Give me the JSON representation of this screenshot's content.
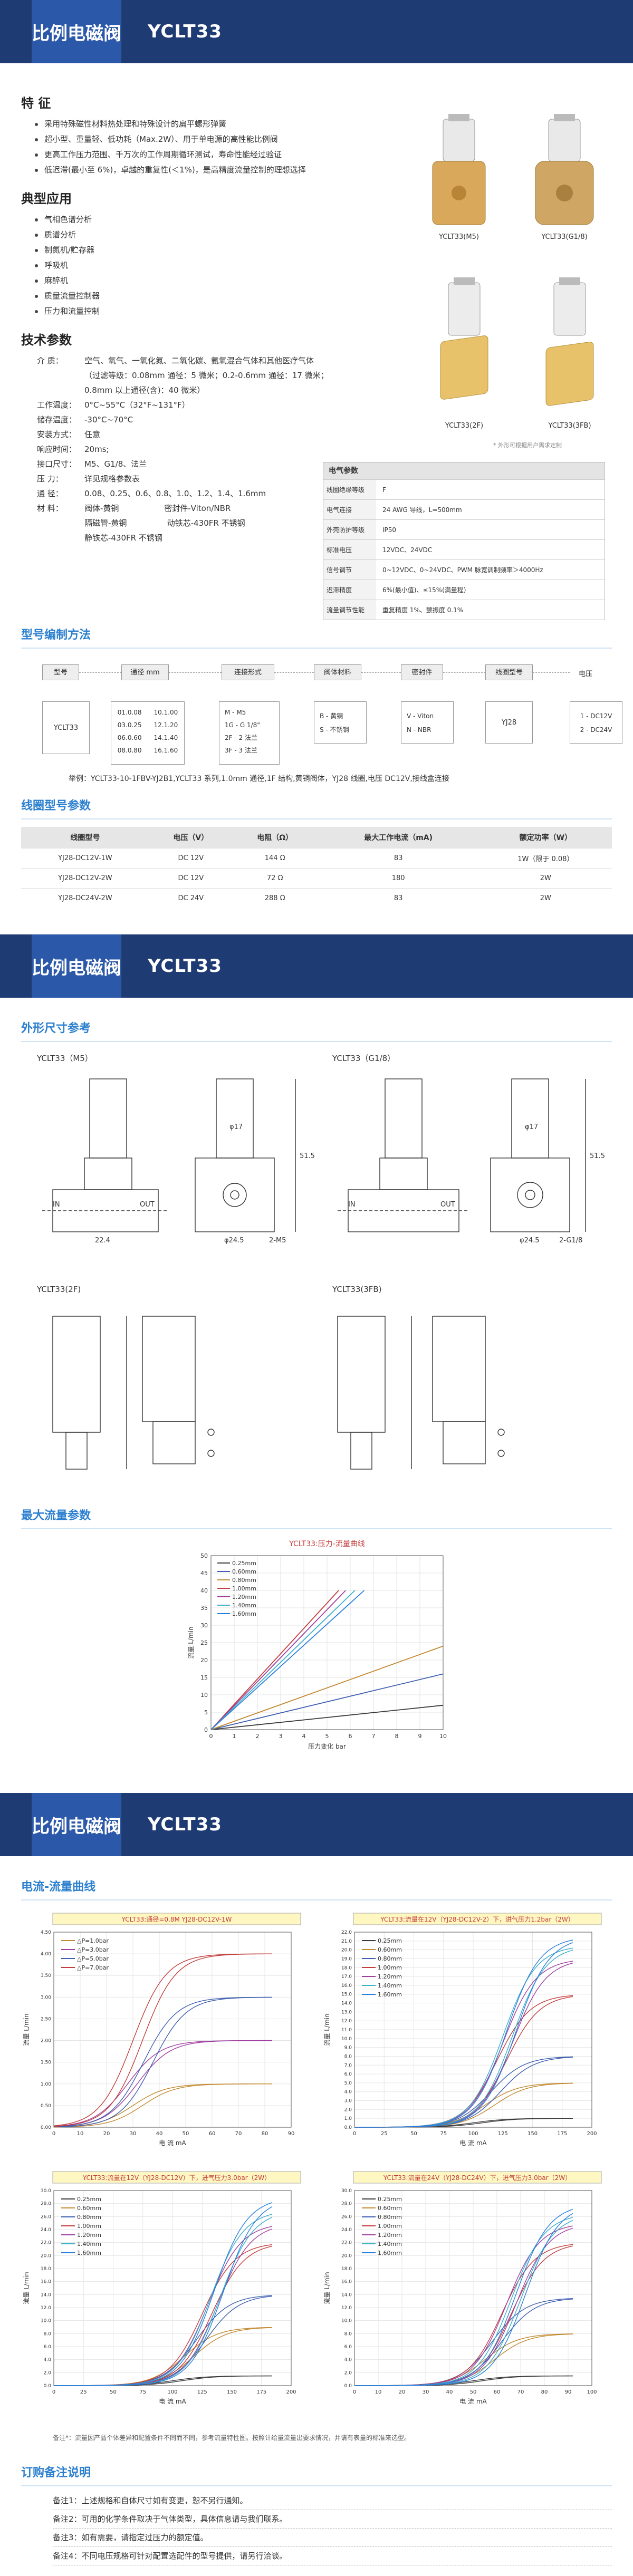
{
  "header": {
    "tag": "比例电磁阀",
    "model": "YCLT33"
  },
  "features": {
    "title": "特 征",
    "items": [
      "采用特殊磁性材料热处理和特殊设计的扁平螺形弹簧",
      "超小型、重量轻、低功耗（Max.2W）、用于单电源的高性能比例阀",
      "更高工作压力范围、千万次的工作周期循环测试，寿命性能经过验证",
      "低迟滞(最小至 6%)，卓越的重复性(＜1%)，是高精度流量控制的理想选择"
    ]
  },
  "applications": {
    "title": "典型应用",
    "items": [
      "气相色谱分析",
      "质谱分析",
      "制氮机/贮存器",
      "呼吸机",
      "麻醉机",
      "质量流量控制器",
      "压力和流量控制"
    ]
  },
  "products": [
    {
      "label": "YCLT33(M5)"
    },
    {
      "label": "YCLT33(G1/8)"
    },
    {
      "label": "YCLT33(2F)"
    },
    {
      "label": "YCLT33(3FB)"
    }
  ],
  "products_note": "* 外形可根据用户需求定制",
  "tech": {
    "title": "技术参数",
    "params": [
      {
        "k": "介 质：",
        "v": "空气、氧气、一氧化氮、二氧化碳、氨氧混合气体和其他医疗气体"
      },
      {
        "k": "",
        "v": "（过滤等级：0.08mm 通径：5 微米；0.2-0.6mm 通径：17 微米；"
      },
      {
        "k": "",
        "v": "0.8mm 以上通径(含)：40 微米）"
      },
      {
        "k": "工作温度：",
        "v": "0°C~55°C（32°F~131°F）"
      },
      {
        "k": "储存温度：",
        "v": "-30°C~70°C"
      },
      {
        "k": "安装方式：",
        "v": "任意"
      },
      {
        "k": "响应时间：",
        "v": "20ms;"
      },
      {
        "k": "接口尺寸：",
        "v": "M5、G1/8、法兰"
      },
      {
        "k": "压 力：",
        "v": "详见规格参数表"
      },
      {
        "k": "通 径：",
        "v": "0.08、0.25、0.6、0.8、1.0、1.2、1.4、1.6mm"
      },
      {
        "k": "材 料：",
        "v": "阀体-黄铜                  密封件-Viton/NBR"
      },
      {
        "k": "",
        "v": "隔磁管-黄铜                动铁芯-430FR 不锈钢"
      },
      {
        "k": "",
        "v": "静铁芯-430FR 不锈钢"
      }
    ]
  },
  "elec": {
    "title": "电气参数",
    "rows": [
      {
        "k": "线圈绝缘等级",
        "v": "F"
      },
      {
        "k": "电气连接",
        "v": "24 AWG 导线，L=500mm"
      },
      {
        "k": "外壳防护等级",
        "v": "IP50"
      },
      {
        "k": "标准电压",
        "v": "12VDC、24VDC"
      },
      {
        "k": "信号调节",
        "v": "0~12VDC、0~24VDC、PWM 脉宽调制频率＞4000Hz"
      },
      {
        "k": "迟滞精度",
        "v": "6%(最小值)、≤15%(满量程)"
      },
      {
        "k": "流量调节性能",
        "v": "重复精度 1%、颤振度 0.1%"
      }
    ]
  },
  "code": {
    "title": "型号编制方法",
    "headers": [
      "型号",
      "通径 mm",
      "连接形式",
      "阀体材料",
      "密封件",
      "线圈型号",
      "电压"
    ],
    "model": "YCLT33",
    "diameter_lines": [
      "01.0.08      10.1.00",
      "03.0.25      12.1.20",
      "06.0.60      14.1.40",
      "08.0.80      16.1.60"
    ],
    "connection_lines": [
      "M - M5",
      "1G - G 1/8\"",
      "2F - 2 法兰",
      "3F - 3 法兰"
    ],
    "body_lines": [
      "B - 黄铜",
      "S - 不锈钢"
    ],
    "seal_lines": [
      "V - Viton",
      "N - NBR"
    ],
    "coil": "YJ28",
    "voltage_lines": [
      "1 - DC12V",
      "2 - DC24V"
    ],
    "example": "举例：YCLT33-10-1FBV-YJ2B1,YCLT33 系列,1.0mm 通径,1F 结构,黄铜阀体，YJ28 线圈,电压 DC12V,接线盒连接"
  },
  "coil_table": {
    "title": "线圈型号参数",
    "headers": [
      "线圈型号",
      "电压（V）",
      "电阻（Ω）",
      "最大工作电流（mA)",
      "额定功率（W）"
    ],
    "rows": [
      [
        "YJ28-DC12V-1W",
        "DC 12V",
        "144 Ω",
        "83",
        "1W（限于 0.08）"
      ],
      [
        "YJ28-DC12V-2W",
        "DC 12V",
        "72 Ω",
        "180",
        "2W"
      ],
      [
        "YJ28-DC24V-2W",
        "DC 24V",
        "288 Ω",
        "83",
        "2W"
      ]
    ]
  },
  "dims": {
    "title": "外形尺寸参考",
    "labels": [
      "YCLT33（M5）",
      "YCLT33（G1/8）",
      "YCLT33(2F)",
      "YCLT33(3FB)"
    ],
    "dim_text": [
      "17",
      "51.5",
      "22.4",
      "24.5",
      "2-M5",
      "2-G1/8",
      "IN",
      "OUT"
    ]
  },
  "flow_title": "最大流量参数",
  "flow_chart": {
    "title": "YCLT33:压力-流量曲线",
    "xlabel": "压力变化 bar",
    "ylabel": "流量 L/min",
    "x_ticks": [
      "0",
      "1",
      "2",
      "3",
      "4",
      "5",
      "6",
      "7",
      "8",
      "9",
      "10"
    ],
    "y_ticks": [
      "0",
      "5",
      "10",
      "15",
      "20",
      "25",
      "30",
      "35",
      "40",
      "45",
      "50"
    ],
    "legend": [
      "0.25mm",
      "0.60mm",
      "0.80mm",
      "1.00mm",
      "1.20mm",
      "1.40mm",
      "1.60mm"
    ]
  },
  "curves_title": "电流-流量曲线",
  "chart_data": [
    {
      "type": "line",
      "title": "YCLT33:压力-流量曲线",
      "xlabel": "压力变化 bar",
      "ylabel": "流量 L/min",
      "xlim": [
        0,
        10
      ],
      "ylim": [
        0,
        50
      ],
      "series": [
        {
          "name": "0.25mm",
          "color": "#3a3a3a",
          "x": [
            0,
            10
          ],
          "y": [
            0,
            7
          ]
        },
        {
          "name": "0.60mm",
          "color": "#3e5fb0",
          "x": [
            0,
            10
          ],
          "y": [
            0,
            16
          ]
        },
        {
          "name": "0.80mm",
          "color": "#c28a2e",
          "x": [
            0,
            10
          ],
          "y": [
            0,
            24
          ]
        },
        {
          "name": "1.00mm",
          "color": "#c43c3c",
          "x": [
            0,
            5.5
          ],
          "y": [
            0,
            40
          ]
        },
        {
          "name": "1.20mm",
          "color": "#a03fa0",
          "x": [
            0,
            5.8
          ],
          "y": [
            0,
            40
          ]
        },
        {
          "name": "1.40mm",
          "color": "#3ab0c9",
          "x": [
            0,
            6.2
          ],
          "y": [
            0,
            40
          ]
        },
        {
          "name": "1.60mm",
          "color": "#2a7fdd",
          "x": [
            0,
            6.6
          ],
          "y": [
            0,
            40
          ]
        }
      ]
    },
    {
      "type": "line",
      "title": "YCLT33:通径=0.8M YJ28-DC12V-1W",
      "xlabel": "电 流 mA",
      "ylabel": "流量 L/min",
      "xlim": [
        0,
        90
      ],
      "ylim": [
        0,
        4.5
      ],
      "x_ticks": [
        "0",
        "10",
        "20",
        "30",
        "40",
        "50",
        "60",
        "70",
        "80",
        "90"
      ],
      "y_ticks": [
        "0.00",
        "0.50",
        "1.00",
        "1.50",
        "2.00",
        "2.50",
        "3.00",
        "3.50",
        "4.00",
        "4.50"
      ],
      "series": [
        {
          "name": "△P=1.0bar",
          "color": "#c28a2e",
          "peak": 1.0,
          "mid": 30
        },
        {
          "name": "△P=3.0bar",
          "color": "#a03fa0",
          "peak": 2.0,
          "mid": 28
        },
        {
          "name": "△P=5.0bar",
          "color": "#3e5fb0",
          "peak": 3.0,
          "mid": 34
        },
        {
          "name": "△P=7.0bar",
          "color": "#c43c3c",
          "peak": 4.0,
          "mid": 30
        }
      ]
    },
    {
      "type": "line",
      "title": "YCLT33:流量在12V（YJ28-DC12V-2）下，进气压力1.2bar（2W）",
      "xlabel": "电 流 mA",
      "ylabel": "流量 L/min",
      "xlim": [
        0,
        200
      ],
      "ylim": [
        0,
        22
      ],
      "x_ticks": [
        "0",
        "25",
        "50",
        "75",
        "100",
        "125",
        "150",
        "175",
        "200"
      ],
      "y_ticks": [
        "0.0",
        "1.0",
        "2.0",
        "3.0",
        "4.0",
        "5.0",
        "6.0",
        "7.0",
        "8.0",
        "9.0",
        "10.0",
        "11.0",
        "12.0",
        "13.0",
        "14.0",
        "15.0",
        "16.0",
        "17.0",
        "18.0",
        "19.0",
        "20.0",
        "21.0",
        "22.0"
      ],
      "series": [
        {
          "name": "0.25mm",
          "color": "#3a3a3a",
          "peak": 1.0,
          "mid": 100
        },
        {
          "name": "0.60mm",
          "color": "#c28a2e",
          "peak": 5.0,
          "mid": 110
        },
        {
          "name": "0.80mm",
          "color": "#3e5fb0",
          "peak": 8.0,
          "mid": 115
        },
        {
          "name": "1.00mm",
          "color": "#c43c3c",
          "peak": 15.0,
          "mid": 120
        },
        {
          "name": "1.20mm",
          "color": "#a03fa0",
          "peak": 19.0,
          "mid": 125
        },
        {
          "name": "1.40mm",
          "color": "#3ab0c9",
          "peak": 20.5,
          "mid": 125
        },
        {
          "name": "1.60mm",
          "color": "#2a7fdd",
          "peak": 21.5,
          "mid": 128
        }
      ]
    },
    {
      "type": "line",
      "title": "YCLT33:流量在12V（YJ28-DC12V）下，进气压力3.0bar（2W）",
      "xlabel": "电 流 mA",
      "ylabel": "流量 L/min",
      "xlim": [
        0,
        200
      ],
      "ylim": [
        0,
        30
      ],
      "x_ticks": [
        "0",
        "25",
        "50",
        "75",
        "100",
        "125",
        "150",
        "175",
        "200"
      ],
      "y_ticks": [
        "0.0",
        "2.0",
        "4.0",
        "6.0",
        "8.0",
        "10.0",
        "12.0",
        "14.0",
        "16.0",
        "18.0",
        "20.0",
        "22.0",
        "24.0",
        "26.0",
        "28.0",
        "30.0"
      ],
      "series": [
        {
          "name": "0.25mm",
          "color": "#3a3a3a",
          "peak": 1.5,
          "mid": 100
        },
        {
          "name": "0.60mm",
          "color": "#c28a2e",
          "peak": 9.0,
          "mid": 110
        },
        {
          "name": "0.80mm",
          "color": "#3e5fb0",
          "peak": 14.0,
          "mid": 120
        },
        {
          "name": "1.00mm",
          "color": "#c43c3c",
          "peak": 22.0,
          "mid": 125
        },
        {
          "name": "1.20mm",
          "color": "#a03fa0",
          "peak": 25.0,
          "mid": 130
        },
        {
          "name": "1.40mm",
          "color": "#3ab0c9",
          "peak": 27.0,
          "mid": 132
        },
        {
          "name": "1.60mm",
          "color": "#2a7fdd",
          "peak": 29.0,
          "mid": 135
        }
      ]
    },
    {
      "type": "line",
      "title": "YCLT33:流量在24V（YJ28-DC24V）下，进气压力3.0bar（2W）",
      "xlabel": "电 流 mA",
      "ylabel": "流量 L/min",
      "xlim": [
        0,
        100
      ],
      "ylim": [
        0,
        30
      ],
      "x_ticks": [
        "0",
        "10",
        "20",
        "30",
        "40",
        "50",
        "60",
        "70",
        "80",
        "90",
        "100"
      ],
      "y_ticks": [
        "0.0",
        "2.0",
        "4.0",
        "6.0",
        "8.0",
        "10.0",
        "12.0",
        "14.0",
        "16.0",
        "18.0",
        "20.0",
        "22.0",
        "24.0",
        "26.0",
        "28.0",
        "30.0"
      ],
      "series": [
        {
          "name": "0.25mm",
          "color": "#3a3a3a",
          "peak": 1.5,
          "mid": 50
        },
        {
          "name": "0.60mm",
          "color": "#c28a2e",
          "peak": 8.0,
          "mid": 55
        },
        {
          "name": "0.80mm",
          "color": "#3e5fb0",
          "peak": 13.5,
          "mid": 58
        },
        {
          "name": "1.00mm",
          "color": "#c43c3c",
          "peak": 22.0,
          "mid": 62
        },
        {
          "name": "1.20mm",
          "color": "#a03fa0",
          "peak": 25.0,
          "mid": 64
        },
        {
          "name": "1.40mm",
          "color": "#3ab0c9",
          "peak": 26.5,
          "mid": 66
        },
        {
          "name": "1.60mm",
          "color": "#2a7fdd",
          "peak": 28.0,
          "mid": 68
        }
      ]
    }
  ],
  "curves_note": "备注*：流量因产品个体差异和配置条件不同而不同，参考流量特性图。按照计给量流量出要求情况，并请有表量的标准来选型。",
  "order": {
    "title": "订购备注说明",
    "items": [
      "备注1：上述规格和自体尺寸如有变更，恕不另行通知。",
      "备注2：可用的化学条件取决于气体类型，具体信息请与我们联系。",
      "备注3：如有需要，请指定过压力的额定值。",
      "备注4：不同电压规格可针对配置选配件的型号提供，请另行洽谈。"
    ]
  }
}
